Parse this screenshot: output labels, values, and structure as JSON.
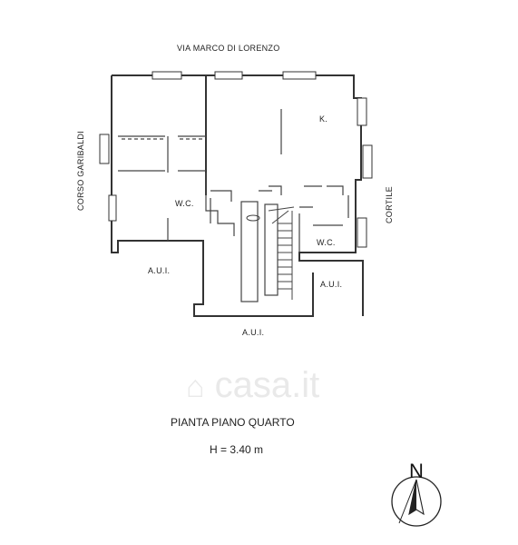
{
  "labels": {
    "street_north": "VIA MARCO DI LORENZO",
    "street_west": "CORSO GARIBALDI",
    "courtyard_east": "CORTILE",
    "room_kitchen": "K.",
    "room_wc_left": "W.C.",
    "room_wc_right": "W.C.",
    "aui_left": "A.U.I.",
    "aui_right": "A.U.I.",
    "aui_bottom": "A.U.I."
  },
  "title": {
    "plan_name": "PIANTA PIANO QUARTO",
    "height": "H = 3.40 m"
  },
  "compass": {
    "north_letter": "N"
  },
  "watermark": {
    "text": "casa.it"
  },
  "colors": {
    "line": "#333333",
    "watermark": "#e9e9e9"
  }
}
